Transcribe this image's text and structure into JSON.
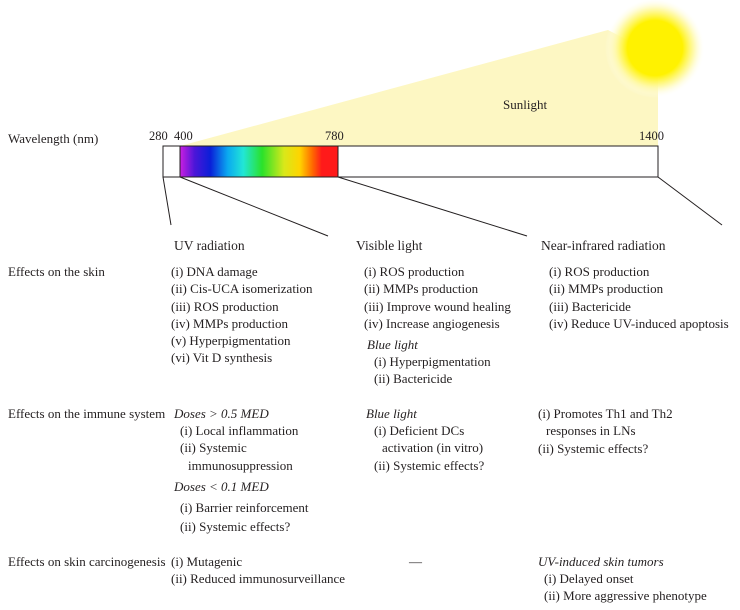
{
  "spectrum": {
    "wavelength_label": "Wavelength (nm)",
    "sunlight_label": "Sunlight",
    "ticks": {
      "t280": "280",
      "t400": "400",
      "t780": "780",
      "t1400": "1400"
    },
    "colors": {
      "sun": "#fff200",
      "beam": "#fdf7c3",
      "outline": "#231f20"
    }
  },
  "columns": {
    "uv": "UV radiation",
    "visible": "Visible light",
    "nir": "Near-infrared radiation"
  },
  "rows": {
    "skin": "Effects on the skin",
    "immune": "Effects on the immune system",
    "carcinogenesis": "Effects on skin carcinogenesis"
  },
  "skin": {
    "uv": [
      "(i) DNA damage",
      "(ii) Cis-UCA isomerization",
      "(iii) ROS production",
      "(iv) MMPs production",
      "(v) Hyperpigmentation",
      "(vi) Vit D synthesis"
    ],
    "visible": [
      "(i) ROS production",
      "(ii) MMPs production",
      "(iii) Improve wound healing",
      "(iv) Increase angiogenesis"
    ],
    "visible_blue_title": "Blue light",
    "visible_blue": [
      "(i) Hyperpigmentation",
      "(ii) Bactericide"
    ],
    "nir": [
      "(i) ROS production",
      "(ii) MMPs production",
      "(iii) Bactericide",
      "(iv) Reduce UV-induced apoptosis"
    ]
  },
  "immune": {
    "uv_high_title": "Doses > 0.5 MED",
    "uv_high": [
      "(i) Local inflammation",
      "(ii) Systemic",
      "immunosuppression"
    ],
    "uv_low_title": "Doses < 0.1 MED",
    "uv_low": [
      "(i) Barrier reinforcement",
      "(ii) Systemic effects?"
    ],
    "visible_title": "Blue light",
    "visible": [
      "(i) Deficient DCs",
      "activation (in vitro)",
      "(ii) Systemic effects?"
    ],
    "nir": [
      "(i) Promotes Th1 and Th2",
      "responses in LNs",
      "(ii) Systemic effects?"
    ]
  },
  "carcinogenesis": {
    "uv": [
      "(i) Mutagenic",
      "(ii) Reduced immunosurveillance"
    ],
    "visible": "—",
    "nir_title": "UV-induced skin tumors",
    "nir": [
      "(i) Delayed onset",
      "(ii) More aggressive phenotype"
    ]
  }
}
